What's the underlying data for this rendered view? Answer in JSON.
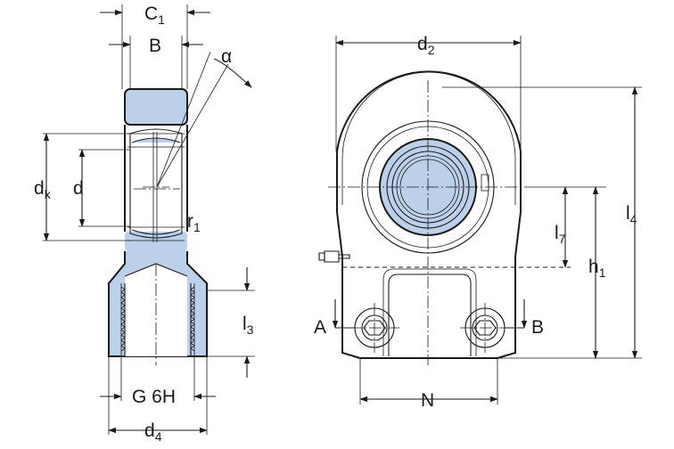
{
  "labels": {
    "c1": "C",
    "c1_sub": "1",
    "b": "B",
    "alpha": "α",
    "dk": "d",
    "dk_sub": "k",
    "d": "d",
    "r1": "r",
    "r1_sub": "1",
    "l3": "l",
    "l3_sub": "3",
    "g6h": "G 6H",
    "d4": "d",
    "d4_sub": "4",
    "d2": "d",
    "d2_sub": "2",
    "l4": "l",
    "l4_sub": "4",
    "l7": "l",
    "l7_sub": "7",
    "h1": "h",
    "h1_sub": "1",
    "a": "A",
    "b_right": "B",
    "n": "N"
  },
  "colors": {
    "fill_blue": "#bcd0ea",
    "line": "#1a1a1a"
  }
}
